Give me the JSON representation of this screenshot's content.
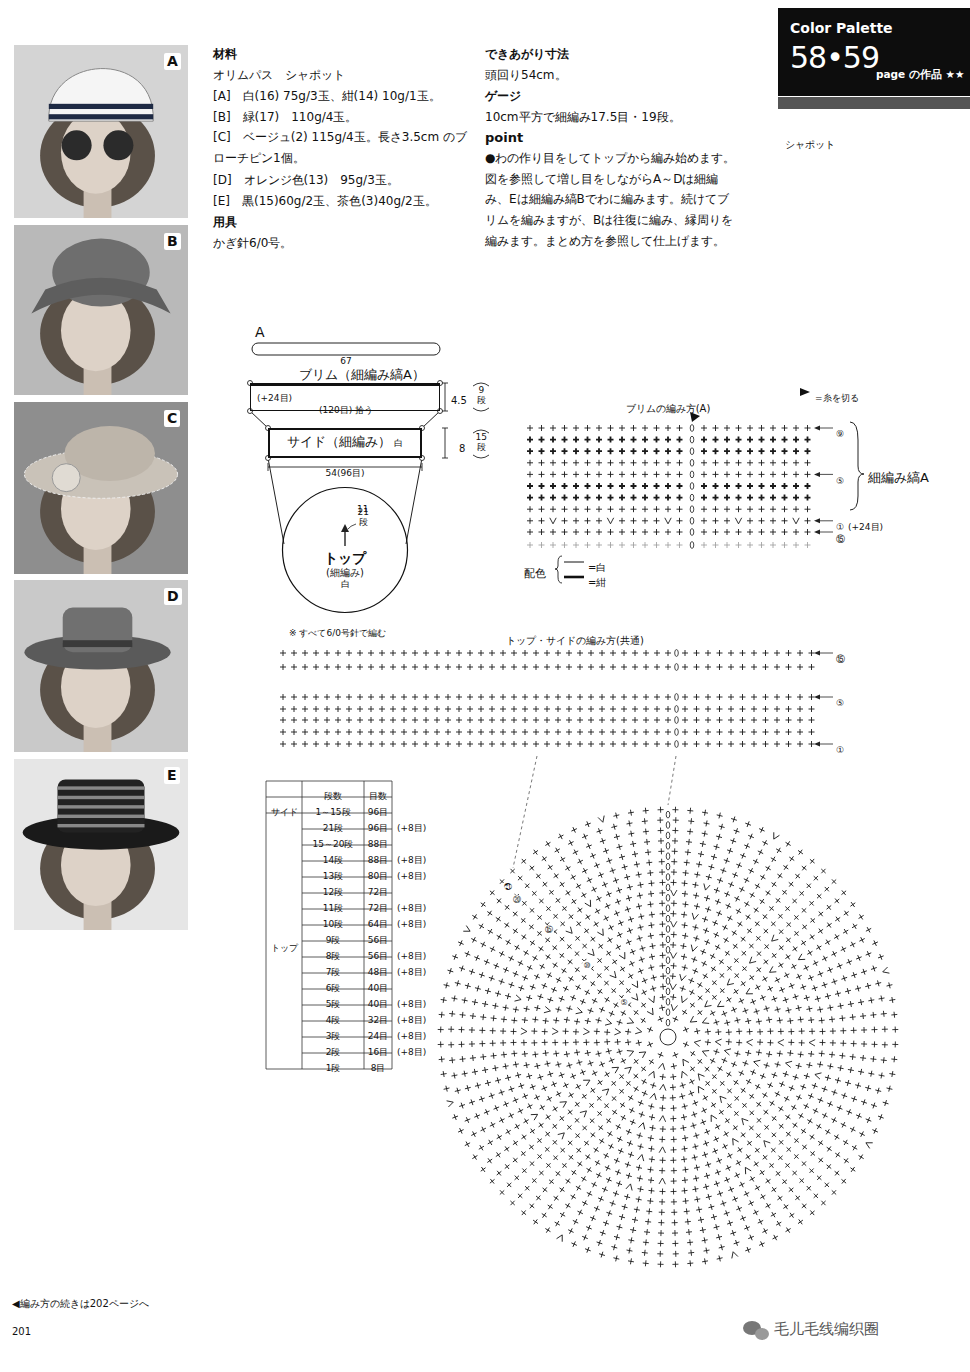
{
  "diagram": {
    "nodes": [
      {
        "text": [
          "Color Palette",
          "58•59",
          "page の作品 ★★"
        ]
      },
      {
        "text": [
          "A"
        ]
      },
      {
        "text": [
          "B"
        ]
      },
      {
        "text": [
          "C"
        ]
      },
      {
        "text": [
          "D"
        ]
      },
      {
        "text": [
          "E"
        ]
      },
      {
        "text": [
          "ブリム（細編み縞A）",
          "(+24目)",
          "(120目) 拾う"
        ]
      },
      {
        "text": [
          "サイド（細編み）",
          "白"
        ]
      },
      {
        "text": [
          "トップ",
          "(細編み)",
          "白"
        ]
      }
    ],
    "labels": [
      "材料",
      "オリムパス　シャポット",
      "[A]　白(16) 75g/3玉、紺(14) 10g/1玉。",
      "[B]　緑(17)　110g/4玉。",
      "[C]　ベージュ(2) 115g/4玉。長さ3.5cm のブローチピン1個。",
      "[D]　オレンジ色(13)　95g/3玉。",
      "[E]　黒(15)60g/2玉、茶色(3)40g/2玉。",
      "用具",
      "かぎ針6/0号。",
      "できあがり寸法",
      "頭回り54cm。",
      "ゲージ",
      "10cm平方で細編み17.5目・19段。",
      "point",
      "●わの作り目をしてトップから編み始めます。図を参照して増し目をしながらA～Dは細編み、Eは細編み縞Bでわに編みます。続けてブリムを編みますが、Bは往復に編み、縁周りを編みます。まとめ方を参照して仕上げます。",
      "シャポット",
      "A",
      "67",
      "4.5",
      "9段",
      "8",
      "15段",
      "54(96目)",
      "11",
      "21段",
      "※ すべて6/0号針で編む",
      "ブリムの編み方(A)",
      "⑨",
      "⑤",
      "①",
      "(+24目)",
      "⑮",
      "細編み縞A",
      "配色",
      "トップ・サイドの編み方(共通)",
      "⑮",
      "⑤",
      "①",
      "㉑",
      "⑳",
      "⑮",
      "⑩",
      "⑤",
      "段数",
      "目数",
      "サイド",
      "1～15段",
      "96目",
      "トップ",
      "21段",
      "96目",
      "(+8目)",
      "15～20段",
      "88目",
      "14段",
      "88目",
      "(+8目)",
      "13段",
      "80目",
      "(+8目)",
      "12段",
      "72目",
      "11段",
      "72目",
      "(+8目)",
      "10段",
      "64目",
      "(+8目)",
      "9段",
      "56目",
      "8段",
      "56目",
      "(+8目)",
      "7段",
      "48目",
      "(+8目)",
      "6段",
      "40目",
      "5段",
      "40目",
      "(+8目)",
      "4段",
      "32目",
      "(+8目)",
      "3段",
      "24目",
      "(+8目)",
      "2段",
      "16目",
      "(+8目)",
      "1段",
      "8目",
      "◀編み方の続きは202ページへ",
      "201",
      "毛儿毛线编织圈"
    ],
    "legend": [
      {
        "text": "=糸を切る"
      },
      {
        "text": "=白"
      },
      {
        "text": "=紺"
      }
    ]
  }
}
